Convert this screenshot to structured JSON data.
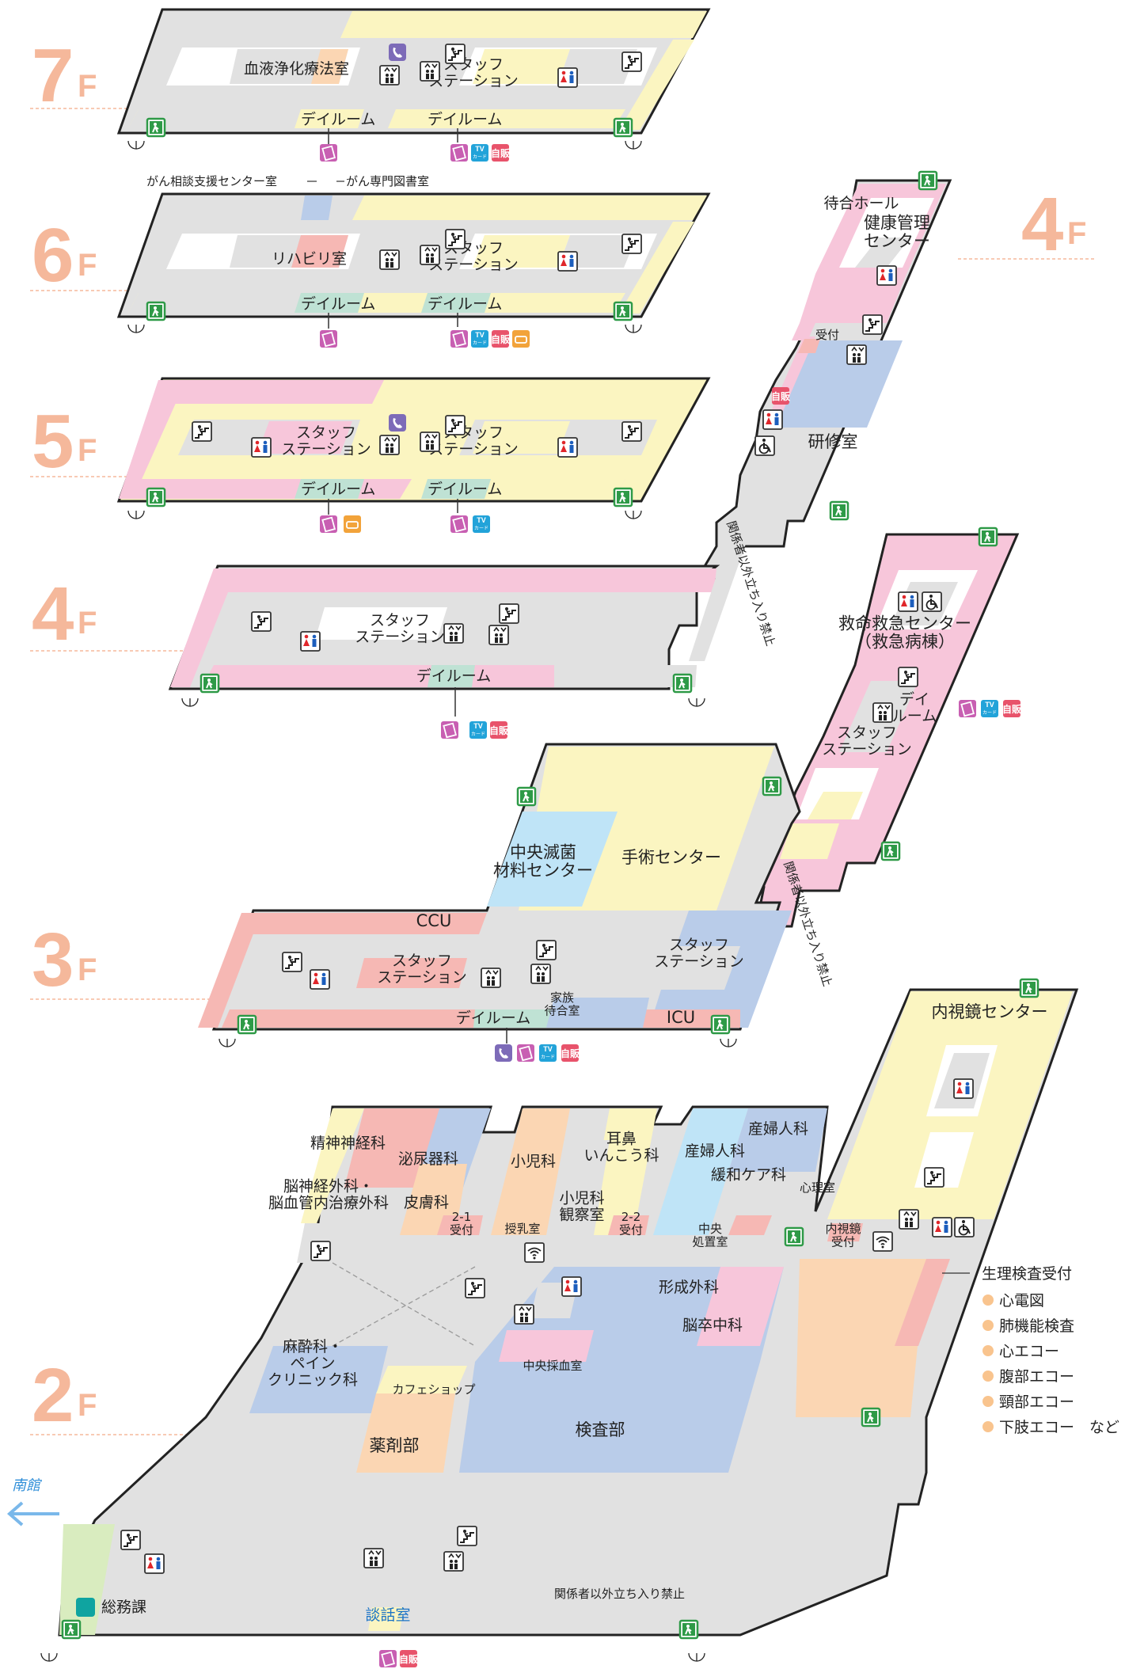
{
  "colors": {
    "pink": "#f7c6da",
    "yellow": "#fbf5c1",
    "gray": "#e1e1e1",
    "orange": "#fbd6b3",
    "blue": "#b9cce9",
    "lightblue": "#bfe4f7",
    "salmon": "#f6b8b4",
    "green": "#d9ecbf",
    "teal": "#bfe2d4",
    "floor_number": "#f5b89b",
    "exit_green": "#2e9a47",
    "vending_red": "#e8536b",
    "tv_card_blue": "#22a3d9",
    "phone_purple": "#7d6bb8",
    "magenta_icon": "#c85fb2",
    "legend_dot": "#f9c48e"
  },
  "floors": {
    "f7": {
      "num": "7",
      "suffix": "F",
      "labels": {
        "dialysis": "血液浄化療法室",
        "station": "スタッフ\nステーション",
        "dayroom_a": "デイルーム",
        "dayroom_b": "デイルーム"
      }
    },
    "f6": {
      "num": "6",
      "suffix": "F",
      "labels": {
        "cancer_support": "がん相談支援センター室",
        "cancer_library": "がん専門図書室",
        "rehab": "リハビリ室",
        "station": "スタッフ\nステーション",
        "dayroom_a": "デイルーム",
        "dayroom_b": "デイルーム"
      }
    },
    "f5": {
      "num": "5",
      "suffix": "F",
      "labels": {
        "station_a": "スタッフ\nステーション",
        "station_b": "スタッフ\nステーション",
        "dayroom_a": "デイルーム",
        "dayroom_b": "デイルーム"
      }
    },
    "f4": {
      "num": "4",
      "suffix": "F",
      "labels": {
        "station": "スタッフ\nステーション",
        "dayroom": "デイルーム",
        "restricted": "関係者以外立ち入り禁止"
      }
    },
    "f4_east": {
      "num": "4",
      "suffix": "F",
      "labels": {
        "waiting_hall": "待合ホール",
        "health_center": "健康管理\nセンター",
        "reception": "受付",
        "training": "研修室",
        "restricted": "関係者以外立ち入り禁止"
      }
    },
    "f4_er": {
      "labels": {
        "er_center": "救命救急センター\n（救急病棟）",
        "dayroom": "デイ\nルーム",
        "station": "スタッフ\nステーション"
      }
    },
    "f3": {
      "num": "3",
      "suffix": "F",
      "labels": {
        "ccu": "CCU",
        "sterile": "中央滅菌\n材料センター",
        "surgery": "手術センター",
        "station_a": "スタッフ\nステーション",
        "station_b": "スタッフ\nステーション",
        "icu": "ICU",
        "family_wait": "家族\n待合室",
        "dayroom": "デイルーム",
        "restricted": "関係者以外立ち入り禁止"
      }
    },
    "f2": {
      "num": "2",
      "suffix": "F",
      "labels": {
        "psychiatry": "精神神経科",
        "urology": "泌尿器科",
        "neurosurgery": "脳神経外科・\n脳血管内治療外科",
        "dermatology": "皮膚科",
        "pediatrics": "小児科",
        "ent": "耳鼻\nいんこう科",
        "obgyn_a": "産婦人科",
        "obgyn_b": "産婦人科",
        "palliative": "緩和ケア科",
        "psych_room": "心理室",
        "reception_21": "2-1\n受付",
        "nursing": "授乳室",
        "ped_obs": "小児科\n観察室",
        "reception_22": "2-2\n受付",
        "central_treat": "中央\n処置室",
        "endo_reception": "内視鏡\n受付",
        "endoscopy": "内視鏡センター",
        "plastic": "形成外科",
        "stroke": "脳卒中科",
        "blood_draw": "中央採血室",
        "lab": "検査部",
        "anesthesia": "麻酔科・\nペイン\nクリニック科",
        "cafe": "カフェショップ",
        "pharmacy": "薬剤部",
        "general_affairs": "総務課",
        "talk_room": "談話室",
        "restricted": "関係者以外立ち入り禁止",
        "south_building": "南館"
      }
    }
  },
  "legend": {
    "title": "生理検査受付",
    "items": [
      "心電図",
      "肺機能検査",
      "心エコー",
      "腹部エコー",
      "頸部エコー",
      "下肢エコー　など"
    ]
  },
  "icons": {
    "exit": "emergency-exit-icon",
    "elevator": "elevator-icon",
    "stairs": "stairs-icon",
    "restroom": "restroom-icon",
    "wheelchair": "wheelchair-icon",
    "phone": "phone-icon",
    "tv_card": "tv-card-vending-icon",
    "vending": "vending-machine-icon",
    "ticket": "ticket-machine-icon",
    "wifi": "wifi-icon",
    "sofa": "sofa-icon",
    "taxi": "taxi-icon",
    "tv_card_text": "TV\nカード\n自販",
    "vending_text": "自販"
  }
}
